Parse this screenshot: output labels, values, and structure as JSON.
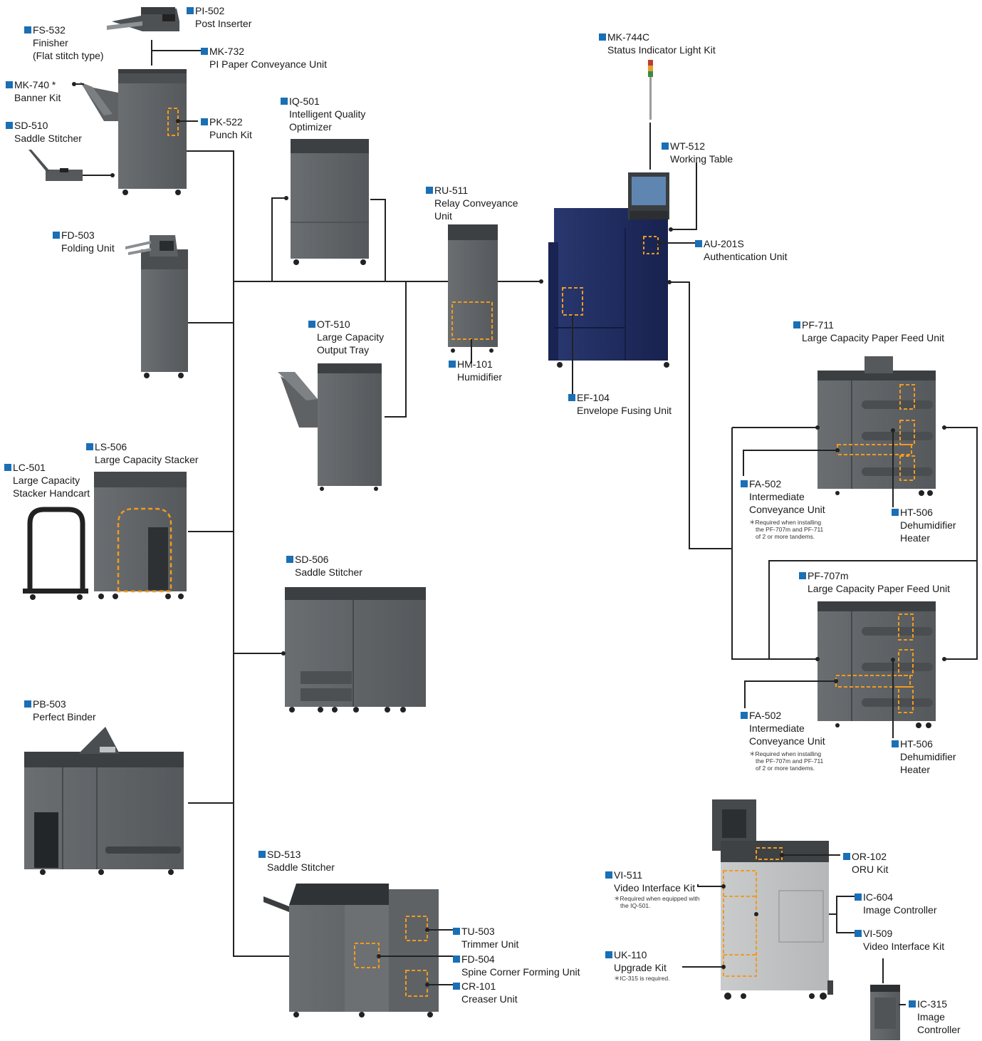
{
  "colors": {
    "accent_square": "#1a6fb5",
    "machine_gray": "#5f6366",
    "machine_dark": "#3e4245",
    "main_unit_blue": "#1e2b63",
    "option_dashed": "#f39a1e",
    "line": "#222222"
  },
  "units": {
    "pi502": {
      "code": "PI-502",
      "name": [
        "Post Inserter"
      ]
    },
    "fs532": {
      "code": "FS-532",
      "name": [
        "Finisher",
        "(Flat stitch type)"
      ]
    },
    "mk732": {
      "code": "MK-732",
      "name": [
        "PI Paper Conveyance Unit"
      ]
    },
    "mk740": {
      "code": "MK-740 *",
      "name": [
        "Banner Kit"
      ]
    },
    "pk522": {
      "code": "PK-522",
      "name": [
        "Punch Kit"
      ]
    },
    "sd510": {
      "code": "SD-510",
      "name": [
        "Saddle Stitcher"
      ]
    },
    "iq501": {
      "code": "IQ-501",
      "name": [
        "Intelligent Quality",
        "Optimizer"
      ]
    },
    "fd503": {
      "code": "FD-503",
      "name": [
        "Folding Unit"
      ]
    },
    "ru511": {
      "code": "RU-511",
      "name": [
        "Relay Conveyance",
        "Unit"
      ]
    },
    "mk744c": {
      "code": "MK-744C",
      "name": [
        "Status Indicator Light Kit"
      ]
    },
    "wt512": {
      "code": "WT-512",
      "name": [
        "Working Table"
      ]
    },
    "au201s": {
      "code": "AU-201S",
      "name": [
        "Authentication Unit"
      ]
    },
    "ot510": {
      "code": "OT-510",
      "name": [
        "Large Capacity",
        "Output Tray"
      ]
    },
    "hm101": {
      "code": "HM-101",
      "name": [
        "Humidifier"
      ]
    },
    "ef104": {
      "code": "EF-104",
      "name": [
        "Envelope Fusing Unit"
      ]
    },
    "pf711": {
      "code": "PF-711",
      "name": [
        "Large Capacity Paper Feed Unit"
      ]
    },
    "ls506": {
      "code": "LS-506",
      "name": [
        "Large Capacity Stacker"
      ]
    },
    "lc501": {
      "code": "LC-501",
      "name": [
        "Large Capacity",
        "Stacker Handcart"
      ]
    },
    "fa502a": {
      "code": "FA-502",
      "name": [
        "Intermediate",
        "Conveyance Unit"
      ]
    },
    "ht506a": {
      "code": "HT-506",
      "name": [
        "Dehumidifier",
        "Heater"
      ]
    },
    "sd506": {
      "code": "SD-506",
      "name": [
        "Saddle Stitcher"
      ]
    },
    "pf707m": {
      "code": "PF-707m",
      "name": [
        "Large Capacity Paper Feed Unit"
      ]
    },
    "pb503": {
      "code": "PB-503",
      "name": [
        "Perfect Binder"
      ]
    },
    "fa502b": {
      "code": "FA-502",
      "name": [
        "Intermediate",
        "Conveyance Unit"
      ]
    },
    "ht506b": {
      "code": "HT-506",
      "name": [
        "Dehumidifier",
        "Heater"
      ]
    },
    "sd513": {
      "code": "SD-513",
      "name": [
        "Saddle Stitcher"
      ]
    },
    "or102": {
      "code": "OR-102",
      "name": [
        "ORU Kit"
      ]
    },
    "vi511": {
      "code": "VI-511",
      "name": [
        "Video Interface Kit"
      ]
    },
    "ic604": {
      "code": "IC-604",
      "name": [
        "Image Controller"
      ]
    },
    "vi509": {
      "code": "VI-509",
      "name": [
        "Video Interface Kit"
      ]
    },
    "tu503": {
      "code": "TU-503",
      "name": [
        "Trimmer Unit"
      ]
    },
    "fd504": {
      "code": "FD-504",
      "name": [
        "Spine Corner Forming Unit"
      ]
    },
    "cr101": {
      "code": "CR-101",
      "name": [
        "Creaser Unit"
      ]
    },
    "uk110": {
      "code": "UK-110",
      "name": [
        "Upgrade Kit"
      ]
    },
    "ic315": {
      "code": "IC-315",
      "name": [
        "Image",
        "Controller"
      ]
    }
  },
  "notes": {
    "fa502a": [
      "＊Required when installing",
      "the PF-707m and PF-711",
      "of 2 or more tandems."
    ],
    "fa502b": [
      "＊Required when installing",
      "the PF-707m and PF-711",
      "of 2 or more tandems."
    ],
    "vi511": [
      "＊Required when equipped with",
      "the IQ-501."
    ],
    "uk110": [
      "＊IC-315 is required."
    ]
  }
}
